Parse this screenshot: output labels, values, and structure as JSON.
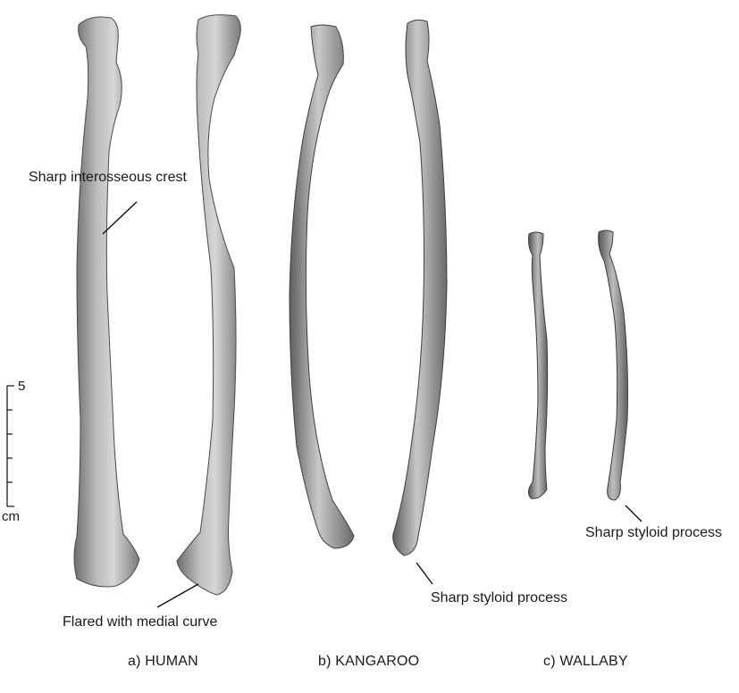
{
  "figure": {
    "panels": [
      {
        "caption": "a) HUMAN"
      },
      {
        "caption": "b) KANGAROO"
      },
      {
        "caption": "c) WALLABY"
      }
    ],
    "annotations": {
      "interosseous": "Sharp interosseous crest",
      "flared": "Flared with medial curve",
      "styloid_kangaroo": "Sharp styloid process",
      "styloid_wallaby": "Sharp styloid process"
    },
    "scale_bar": {
      "max_label": "5",
      "unit": "cm",
      "divisions": 5
    }
  }
}
